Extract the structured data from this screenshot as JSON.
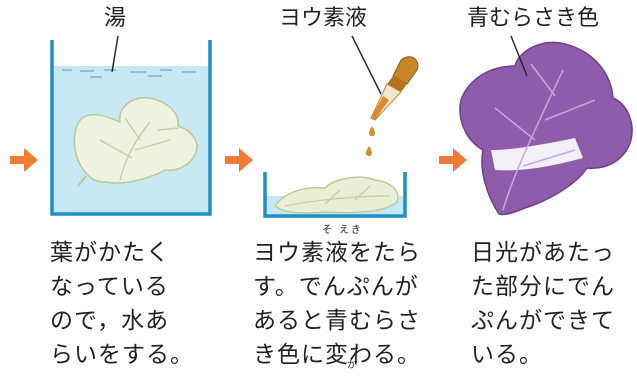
{
  "panels": [
    {
      "label": "湯",
      "text_lines": [
        "葉がかたく",
        "なっている",
        "ので，水あ",
        "らいをする。"
      ]
    },
    {
      "label": "ヨウ素液",
      "ruby": "そ えき",
      "text_line1_a": "ヨウ",
      "text_line1_b": "素液",
      "text_line1_c": "をたら",
      "text_lines_rest": [
        "す。でんぷんが",
        "あると青むらさ"
      ],
      "text_line4_a": "き色に",
      "text_line4_b": "変",
      "text_line4_c": "わる。",
      "ruby_2": "か"
    },
    {
      "label": "青むらさき色",
      "text_lines": [
        "日光があたっ",
        "た部分にでん",
        "ぷんができて",
        "いる。"
      ]
    }
  ],
  "colors": {
    "arrow": "#ef7b34",
    "water": "#bfe5f2",
    "beaker": "#1e8fc7",
    "leaf": "#e7edd2",
    "purple": "#8b5aa8",
    "dropper": "#c8862a"
  }
}
